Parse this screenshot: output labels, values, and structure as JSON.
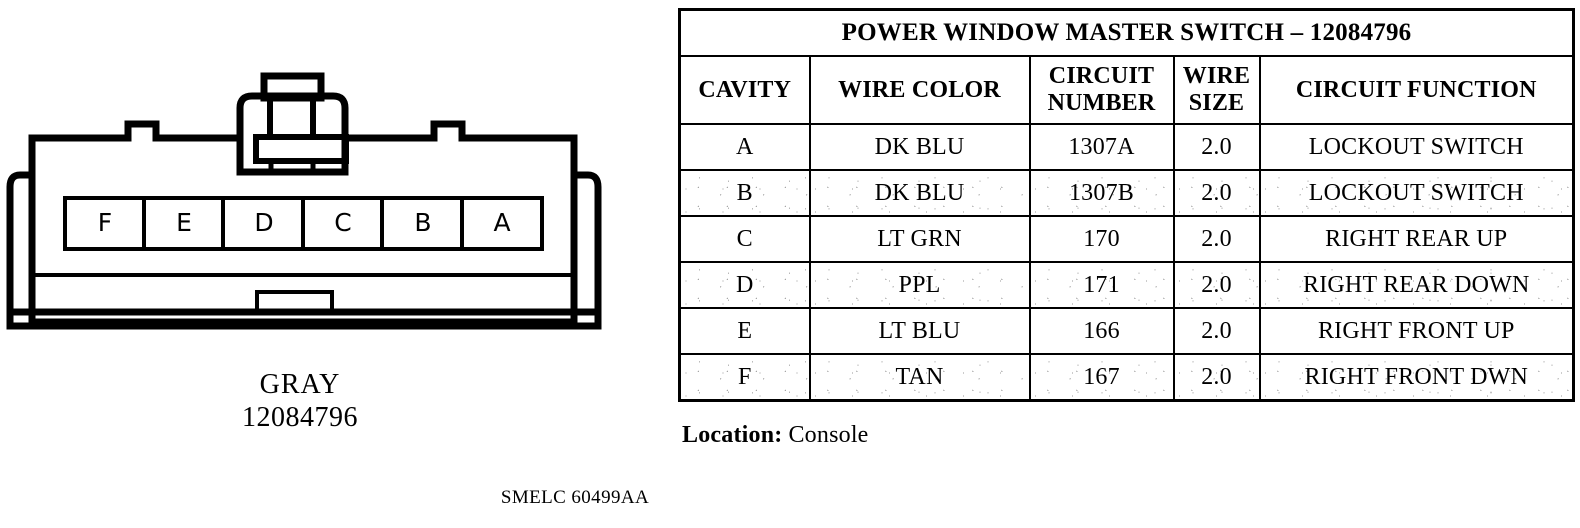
{
  "connector": {
    "figure_name": "power-window-master-switch-connector",
    "cavities": [
      "F",
      "E",
      "D",
      "C",
      "B",
      "A"
    ],
    "caption_color": "GRAY",
    "caption_part_number": "12084796"
  },
  "footer": {
    "reference_code": "SMELC 60499AA"
  },
  "table": {
    "title": "POWER WINDOW MASTER SWITCH – 12084796",
    "columns": [
      "CAVITY",
      "WIRE COLOR",
      "CIRCUIT NUMBER",
      "WIRE SIZE",
      "CIRCUIT FUNCTION"
    ],
    "rows": [
      {
        "cavity": "A",
        "wire_color": "DK BLU",
        "circuit_number": "1307A",
        "wire_size": "2.0",
        "circuit_function": "LOCKOUT SWITCH"
      },
      {
        "cavity": "B",
        "wire_color": "DK BLU",
        "circuit_number": "1307B",
        "wire_size": "2.0",
        "circuit_function": "LOCKOUT SWITCH"
      },
      {
        "cavity": "C",
        "wire_color": "LT GRN",
        "circuit_number": "170",
        "wire_size": "2.0",
        "circuit_function": "RIGHT REAR UP"
      },
      {
        "cavity": "D",
        "wire_color": "PPL",
        "circuit_number": "171",
        "wire_size": "2.0",
        "circuit_function": "RIGHT REAR DOWN"
      },
      {
        "cavity": "E",
        "wire_color": "LT BLU",
        "circuit_number": "166",
        "wire_size": "2.0",
        "circuit_function": "RIGHT FRONT UP"
      },
      {
        "cavity": "F",
        "wire_color": "TAN",
        "circuit_number": "167",
        "wire_size": "2.0",
        "circuit_function": "RIGHT FRONT DWN"
      }
    ]
  },
  "location": {
    "key": "Location:",
    "value": "Console"
  },
  "colors": {
    "ink": "#000000",
    "paper": "#ffffff"
  }
}
